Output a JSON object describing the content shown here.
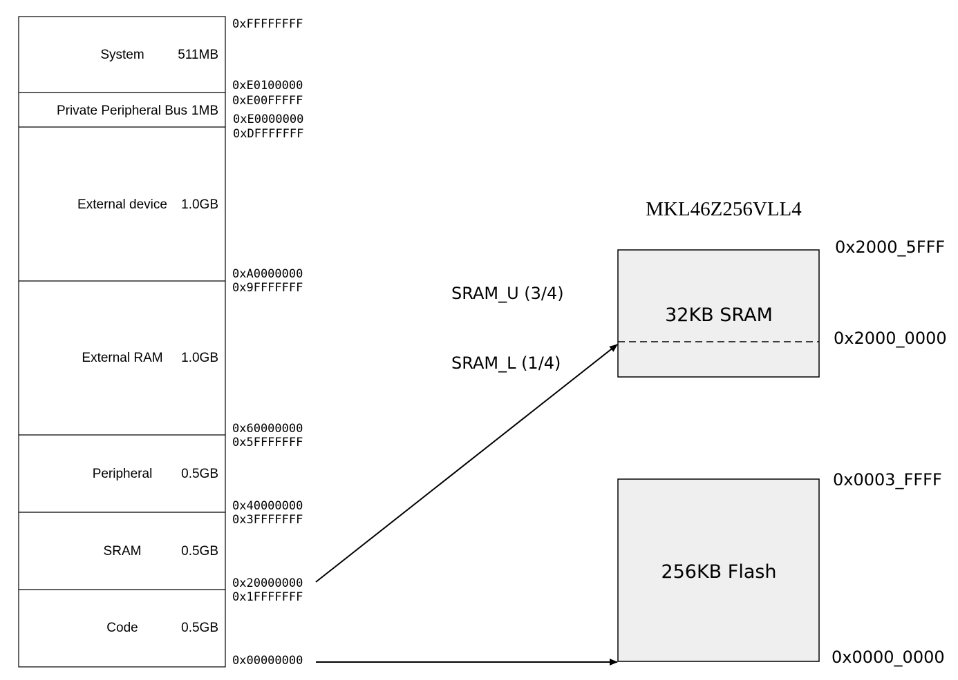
{
  "memory_map": {
    "regions": [
      {
        "name": "System",
        "size": "511MB"
      },
      {
        "name": "Private Peripheral Bus",
        "size": "1MB"
      },
      {
        "name": "External device",
        "size": "1.0GB"
      },
      {
        "name": "External RAM",
        "size": "1.0GB"
      },
      {
        "name": "Peripheral",
        "size": "0.5GB"
      },
      {
        "name": "SRAM",
        "size": "0.5GB"
      },
      {
        "name": "Code",
        "size": "0.5GB"
      }
    ],
    "addresses": [
      "0xFFFFFFFF",
      "0xE0100000",
      "0xE00FFFFF",
      "0xE0000000",
      "0xDFFFFFFF",
      "0xA0000000",
      "0x9FFFFFFF",
      "0x60000000",
      "0x5FFFFFFF",
      "0x40000000",
      "0x3FFFFFFF",
      "0x20000000",
      "0x1FFFFFFF",
      "0x00000000"
    ]
  },
  "chip": {
    "title": "MKL46Z256VLL4",
    "sram": {
      "label": "32KB SRAM",
      "upper_label": "SRAM_U (3/4)",
      "lower_label": "SRAM_L (1/4)",
      "addr_top": "0x2000_5FFF",
      "addr_split": "0x2000_0000"
    },
    "flash": {
      "label": "256KB Flash",
      "addr_top": "0x0003_FFFF",
      "addr_bottom": "0x0000_0000"
    }
  },
  "colors": {
    "block_fill": "#efefef",
    "line": "#000000"
  }
}
